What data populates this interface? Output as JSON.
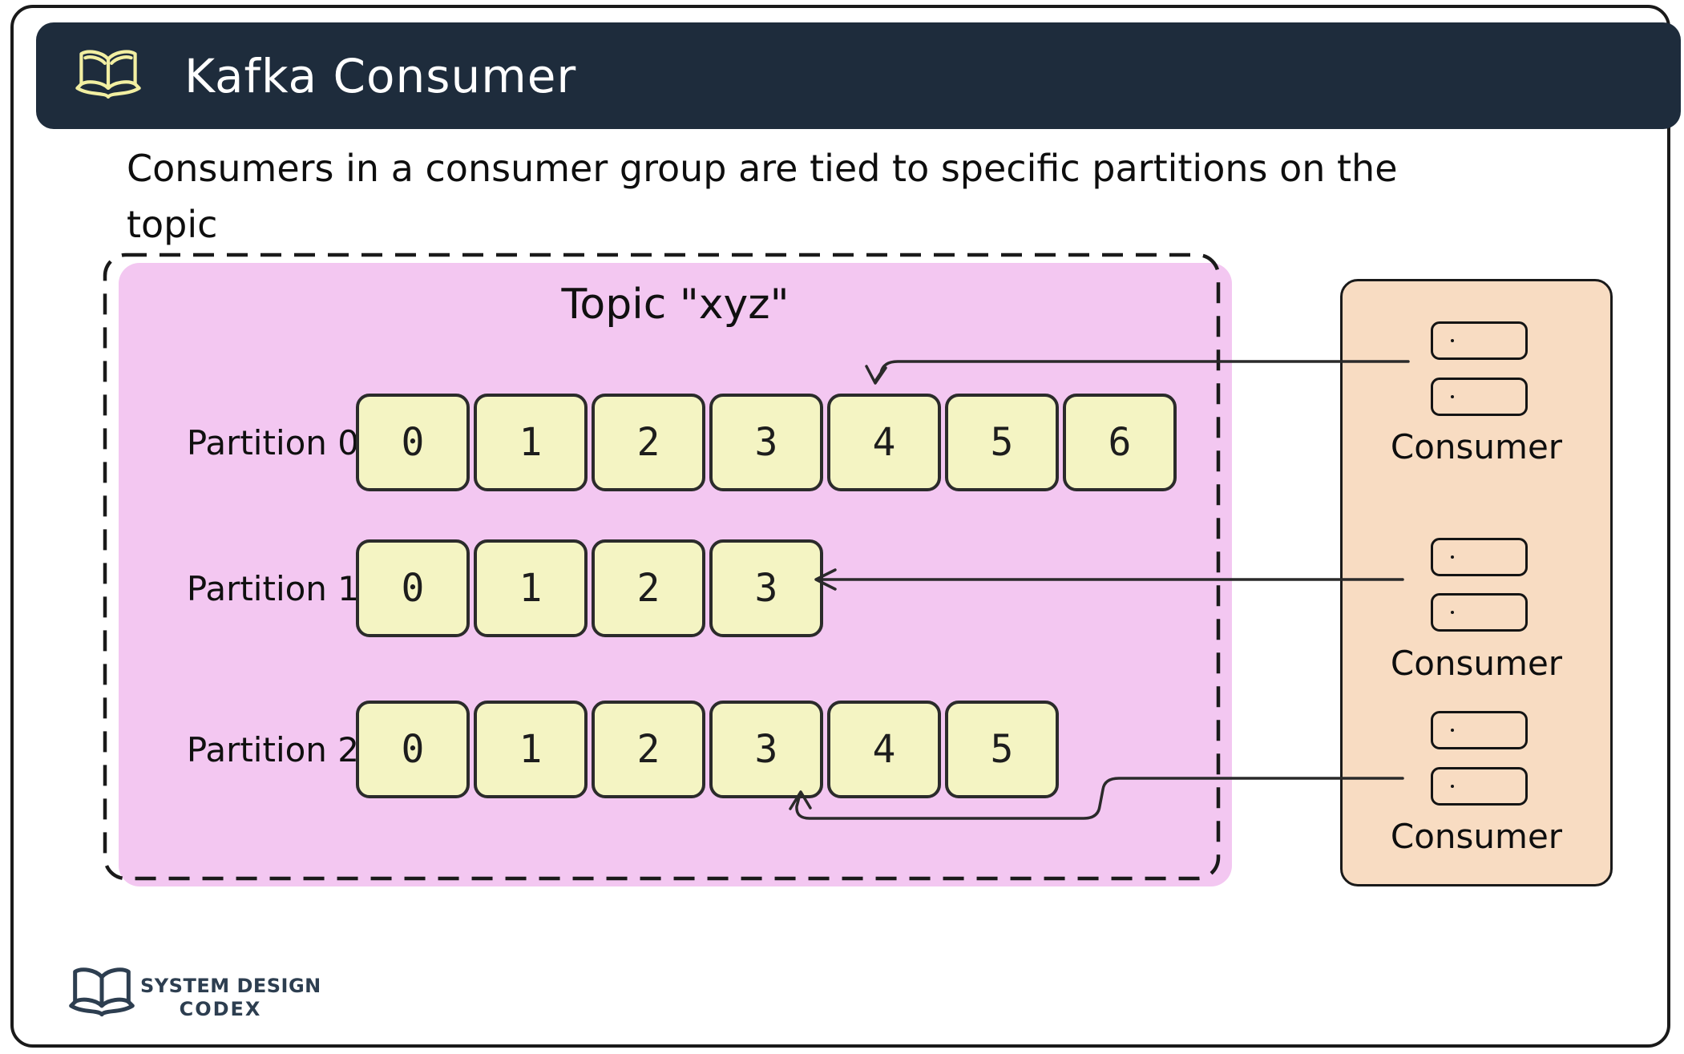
{
  "header": {
    "title": "Kafka Consumer"
  },
  "subtitle": "Consumers in a consumer group are tied to specific partitions on the topic",
  "topic": {
    "title": "Topic \"xyz\"",
    "partitions": [
      {
        "label": "Partition 0",
        "offsets": [
          "0",
          "1",
          "2",
          "3",
          "4",
          "5",
          "6"
        ]
      },
      {
        "label": "Partition 1",
        "offsets": [
          "0",
          "1",
          "2",
          "3"
        ]
      },
      {
        "label": "Partition 2",
        "offsets": [
          "0",
          "1",
          "2",
          "3",
          "4",
          "5"
        ]
      }
    ]
  },
  "consumers": [
    {
      "label": "Consumer",
      "instances": 2
    },
    {
      "label": "Consumer",
      "instances": 2
    },
    {
      "label": "Consumer",
      "instances": 2
    }
  ],
  "assignments": [
    {
      "from": "consumer-1",
      "to": "partition-0-offset-4"
    },
    {
      "from": "consumer-2",
      "to": "partition-1-offset-3"
    },
    {
      "from": "consumer-3",
      "to": "partition-2-offset-3"
    }
  ],
  "logo": {
    "line1": "SYSTEM DESIGN",
    "line2": "CODEX"
  },
  "colors": {
    "header_bg": "#1e2c3c",
    "header_title": "#ffffff",
    "book_icon": "#f2efa2",
    "topic_bg": "#f3c7f1",
    "offset_cell_bg": "#f4f4c3",
    "consumer_panel_bg": "#f8dcc2",
    "outline": "#1a1a1a",
    "arrow": "#2a2a2a",
    "text": "#111111",
    "logo_text": "#2d3e50"
  }
}
